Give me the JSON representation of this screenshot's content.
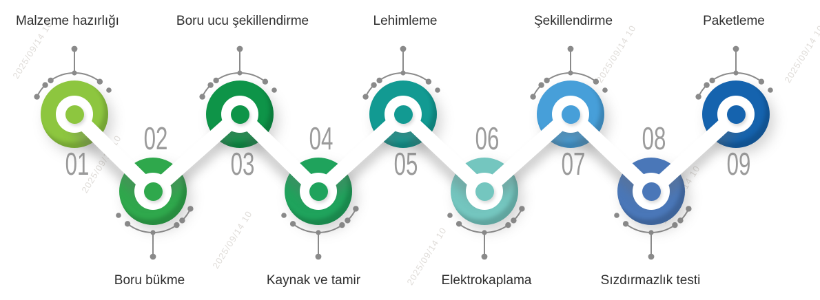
{
  "diagram": {
    "type": "zigzag-process-timeline",
    "background_color": "#ffffff",
    "line_color": "#8a8a8a",
    "number_color": "#9b9b9b",
    "label_color": "#2d2d2d",
    "connector_color": "#ffffff",
    "watermark_text": "2025/09/14 10",
    "steps": [
      {
        "number": "01",
        "label": "Malzeme hazırlığı",
        "color": "#8dc63f",
        "position": "top"
      },
      {
        "number": "02",
        "label": "Boru bükme",
        "color": "#2fa84c",
        "position": "bottom"
      },
      {
        "number": "03",
        "label": "Boru ucu şekillendirme",
        "color": "#0e9448",
        "position": "top"
      },
      {
        "number": "04",
        "label": "Kaynak ve tamir",
        "color": "#1fa35c",
        "position": "bottom"
      },
      {
        "number": "05",
        "label": "Lehimleme",
        "color": "#129a92",
        "position": "top"
      },
      {
        "number": "06",
        "label": "Elektrokaplama",
        "color": "#74c6bf",
        "position": "bottom"
      },
      {
        "number": "07",
        "label": "Şekillendirme",
        "color": "#479fd9",
        "position": "top"
      },
      {
        "number": "08",
        "label": "Sızdırmazlık testi",
        "color": "#4a77b8",
        "position": "bottom"
      },
      {
        "number": "09",
        "label": "Paketleme",
        "color": "#1563ae",
        "position": "top"
      }
    ]
  }
}
